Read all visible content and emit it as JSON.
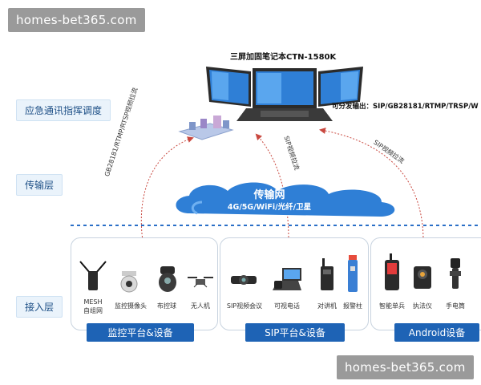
{
  "watermarks": {
    "top": "homes-bet365.com",
    "bottom": "homes-bet365.com"
  },
  "laptop": {
    "title": "三屏加固笔记本CTN-1580K",
    "distribution": "可分发输出：SIP/GB28181/RTMP/TRSP/W"
  },
  "layers": {
    "command": "应急通讯指挥调度",
    "transport": "传输层",
    "access": "接入层"
  },
  "network_cloud": {
    "title": "传输网",
    "subtitle": "4G/5G/WiFi/光纤/卫星"
  },
  "arrows": {
    "left": "GB28181/RTMP/RTSP视频拉流",
    "middle": "SIP视频拉流",
    "right": "SIP视频拉流"
  },
  "groups": [
    {
      "label": "监控平台&设备",
      "devices": [
        {
          "label": "MESH\n自组网",
          "icon": "mesh-radio-icon"
        },
        {
          "label": "监控摄像头",
          "icon": "dome-camera-icon"
        },
        {
          "label": "布控球",
          "icon": "ptz-ball-icon"
        },
        {
          "label": "无人机",
          "icon": "drone-icon"
        }
      ]
    },
    {
      "label": "SIP平台&设备",
      "devices": [
        {
          "label": "SIP视频会议",
          "icon": "video-conference-icon"
        },
        {
          "label": "可视电话",
          "icon": "video-phone-icon"
        },
        {
          "label": "对讲机",
          "icon": "walkie-talkie-icon"
        },
        {
          "label": "报警柱",
          "icon": "alarm-pillar-icon"
        }
      ]
    },
    {
      "label": "Android设备",
      "devices": [
        {
          "label": "智能单兵",
          "icon": "smart-handheld-icon"
        },
        {
          "label": "执法仪",
          "icon": "body-camera-icon"
        },
        {
          "label": "手电筒",
          "icon": "flashlight-icon"
        }
      ]
    }
  ],
  "colors": {
    "accent_blue": "#1e63b5",
    "arrow_red": "#c9483f",
    "dashed_line": "#2a6fc7",
    "cloud_blue": "#2f7fd6"
  }
}
